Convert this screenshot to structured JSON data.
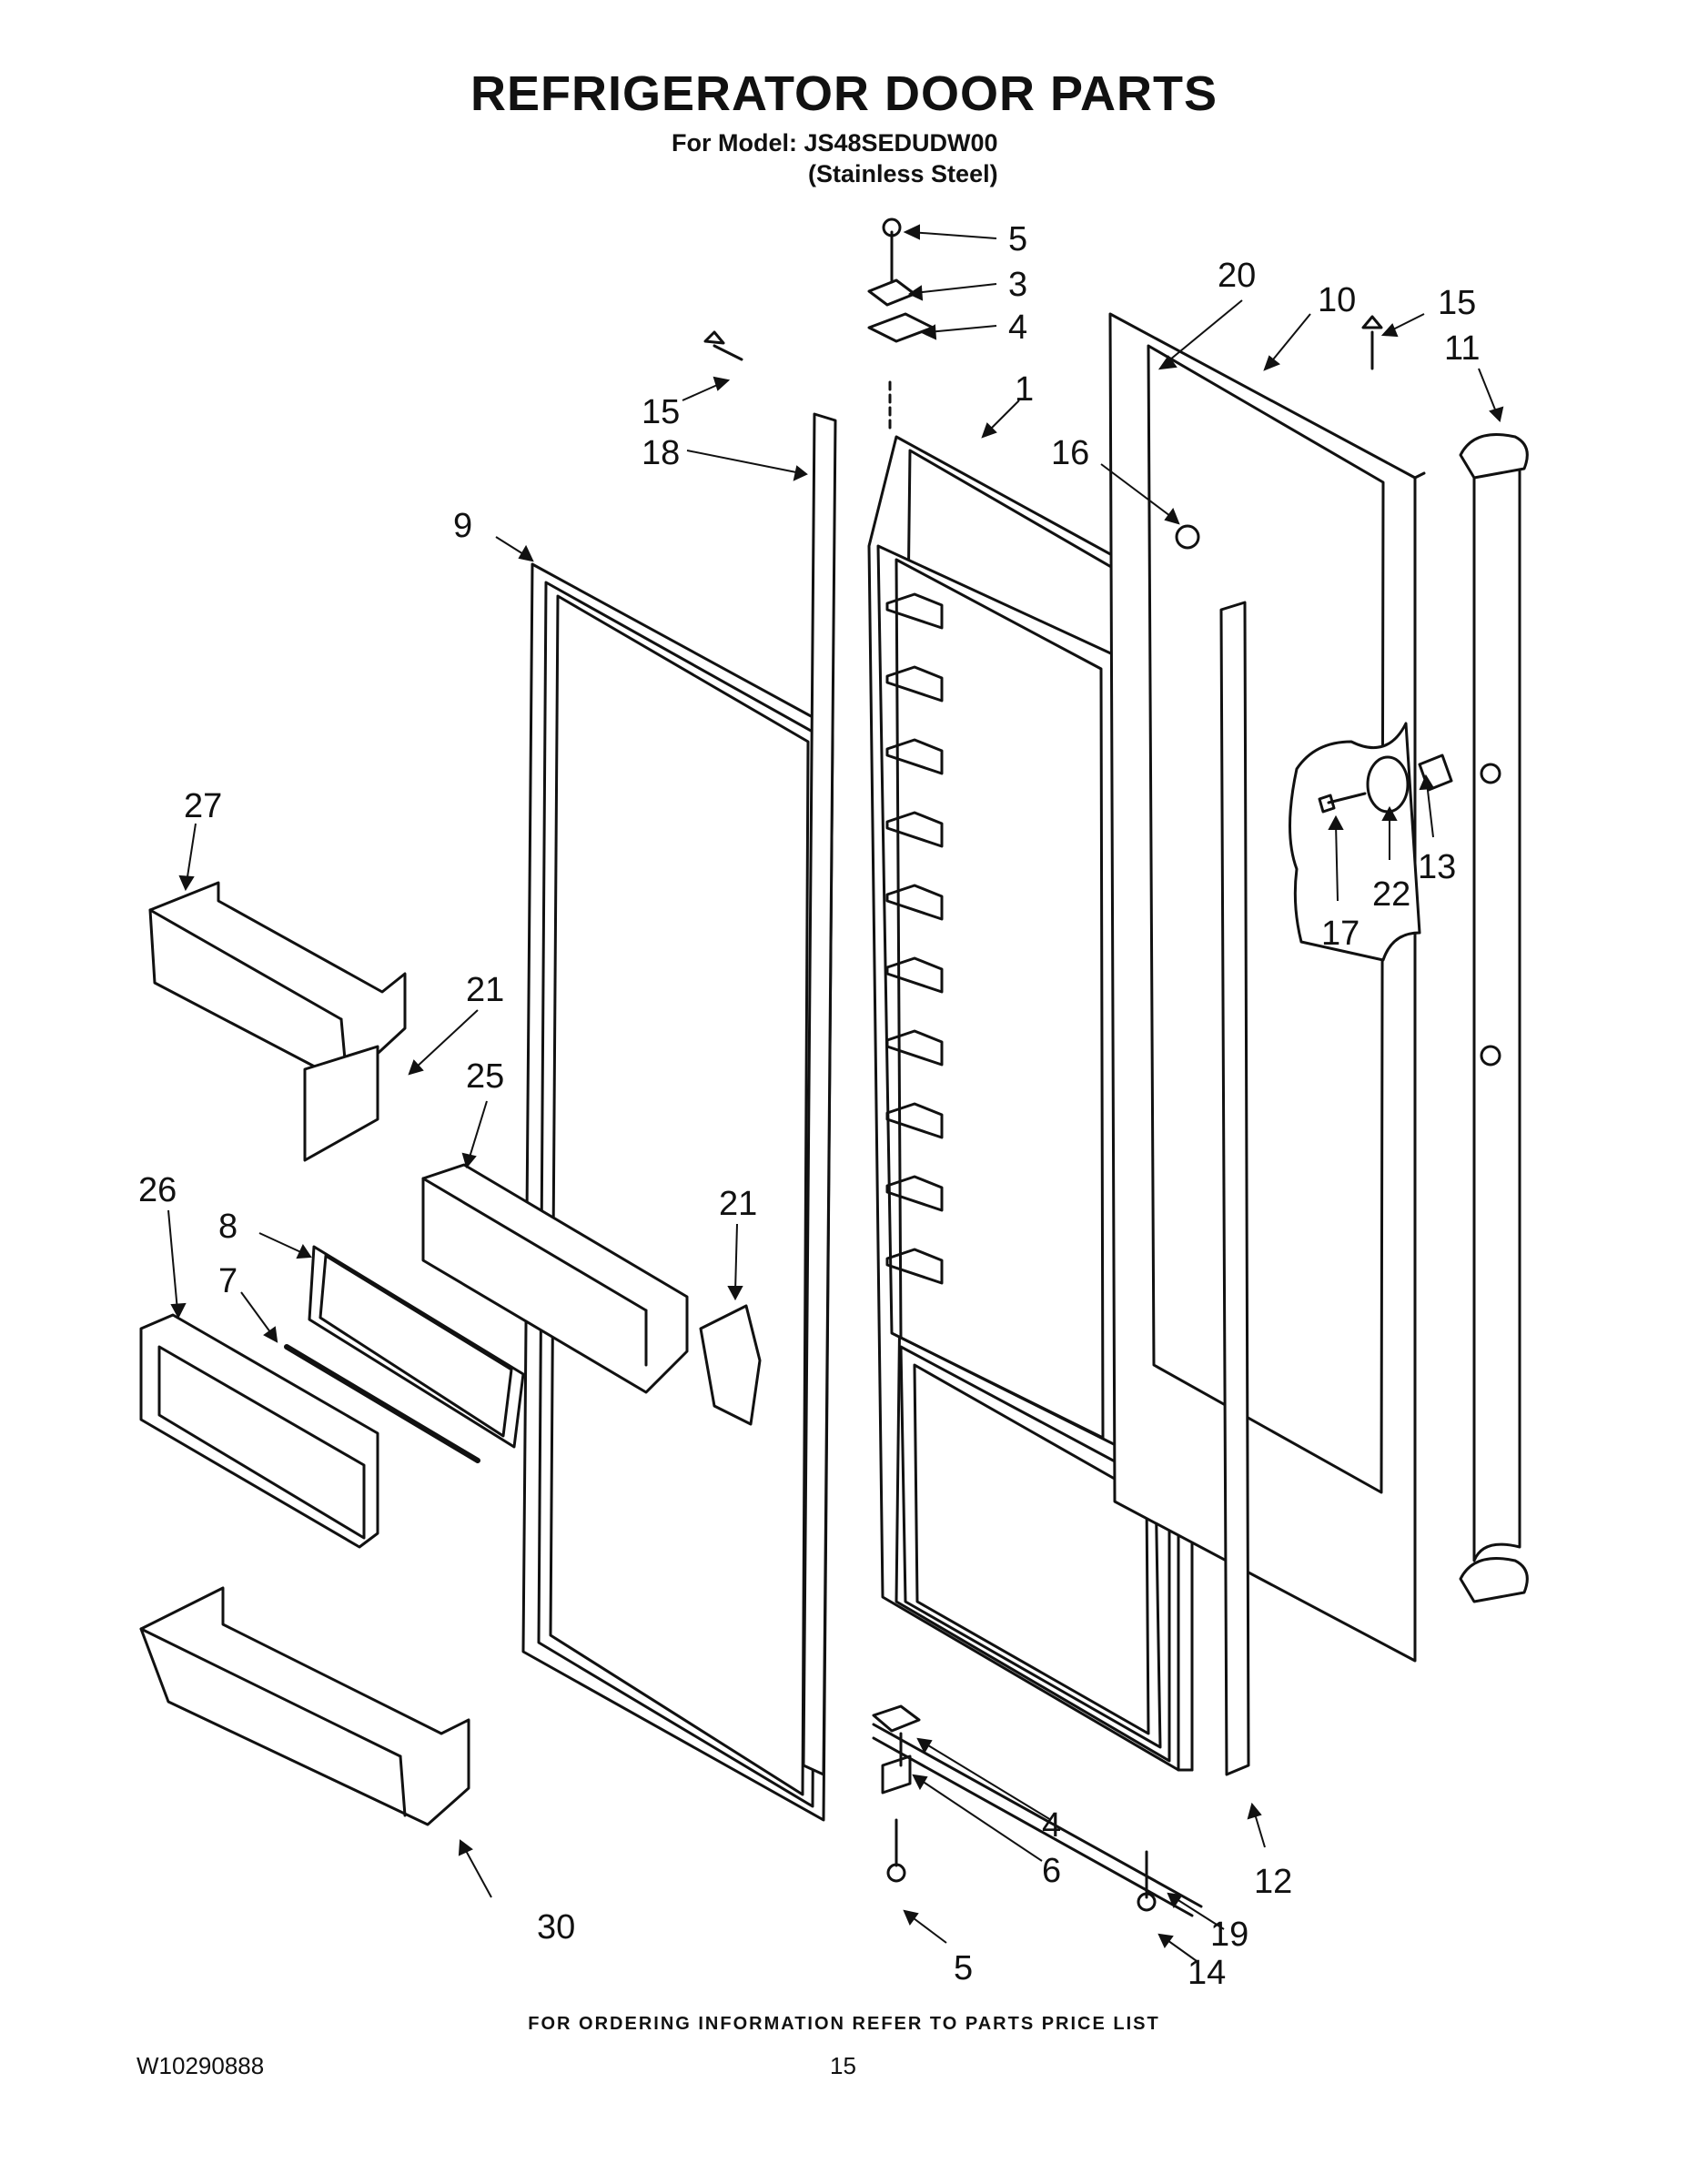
{
  "header": {
    "title": "REFRIGERATOR DOOR PARTS",
    "model_line": "For Model: JS48SEDUDW00",
    "finish_line": "(Stainless Steel)"
  },
  "footer": {
    "ordering_note": "FOR ORDERING INFORMATION REFER TO PARTS PRICE LIST",
    "doc_number": "W10290888",
    "page_number": "15"
  },
  "callouts": {
    "c5_top": "5",
    "c3": "3",
    "c4_top": "4",
    "c20": "20",
    "c10": "10",
    "c15_right": "15",
    "c11": "11",
    "c15_left": "15",
    "c18": "18",
    "c1": "1",
    "c16": "16",
    "c9": "9",
    "c27": "27",
    "c21_left": "21",
    "c25": "25",
    "c26": "26",
    "c8": "8",
    "c7": "7",
    "c21_right": "21",
    "c13": "13",
    "c22": "22",
    "c17": "17",
    "c4_bottom": "4",
    "c6": "6",
    "c12": "12",
    "c19": "19",
    "c30": "30",
    "c5_bottom": "5",
    "c14": "14"
  }
}
